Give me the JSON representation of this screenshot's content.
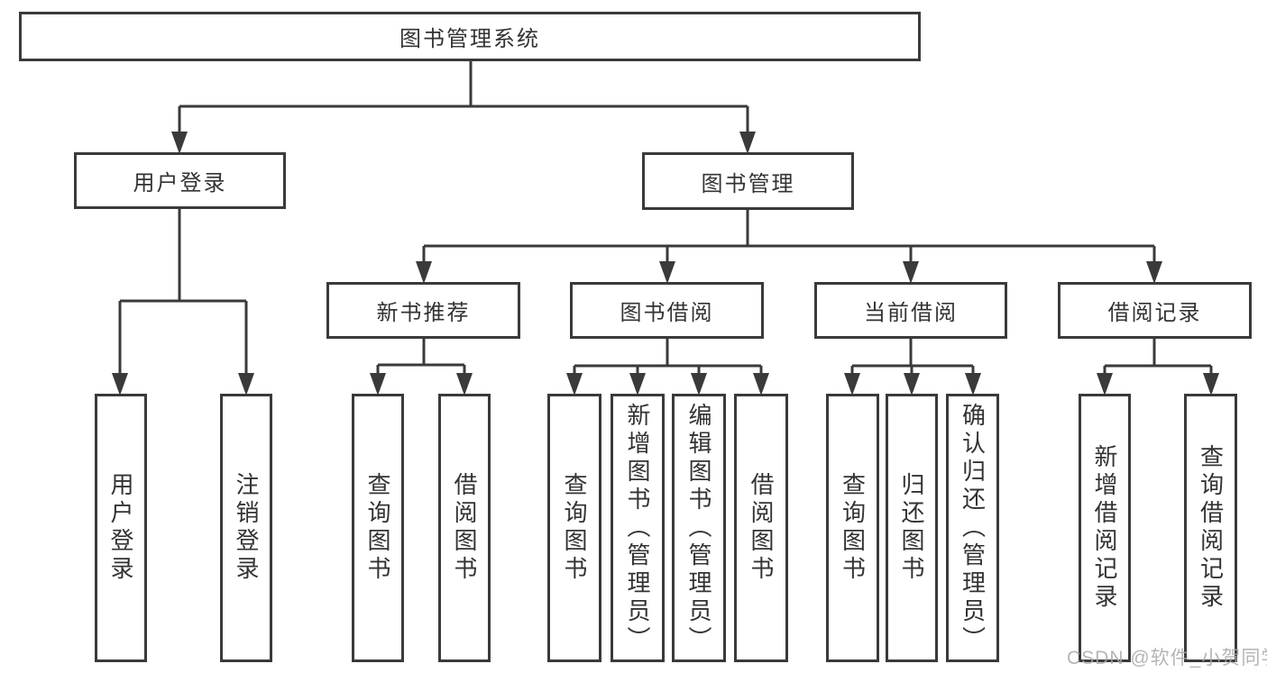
{
  "tree": {
    "root": {
      "label": "图书管理系统"
    },
    "children": [
      {
        "label": "用户登录",
        "children": [
          {
            "label": "用户登录"
          },
          {
            "label": "注销登录"
          }
        ]
      },
      {
        "label": "图书管理",
        "children": [
          {
            "label": "新书推荐",
            "children": [
              {
                "label": "查询图书"
              },
              {
                "label": "借阅图书"
              }
            ]
          },
          {
            "label": "图书借阅",
            "children": [
              {
                "label": "查询图书"
              },
              {
                "label": "新增图书（管理员）"
              },
              {
                "label": "编辑图书（管理员）"
              },
              {
                "label": "借阅图书"
              }
            ]
          },
          {
            "label": "当前借阅",
            "children": [
              {
                "label": "查询图书"
              },
              {
                "label": "归还图书"
              },
              {
                "label": "确认归还（管理员）"
              }
            ]
          },
          {
            "label": "借阅记录",
            "children": [
              {
                "label": "新增借阅记录"
              },
              {
                "label": "查询借阅记录"
              }
            ]
          }
        ]
      }
    ]
  },
  "watermark": {
    "text": "CSDN @软件_小贺同学"
  },
  "colors": {
    "line": "#3a3a3a",
    "border": "#3a3a3a",
    "text": "#333333",
    "watermark": "#a9a9a9",
    "background": "#ffffff"
  }
}
